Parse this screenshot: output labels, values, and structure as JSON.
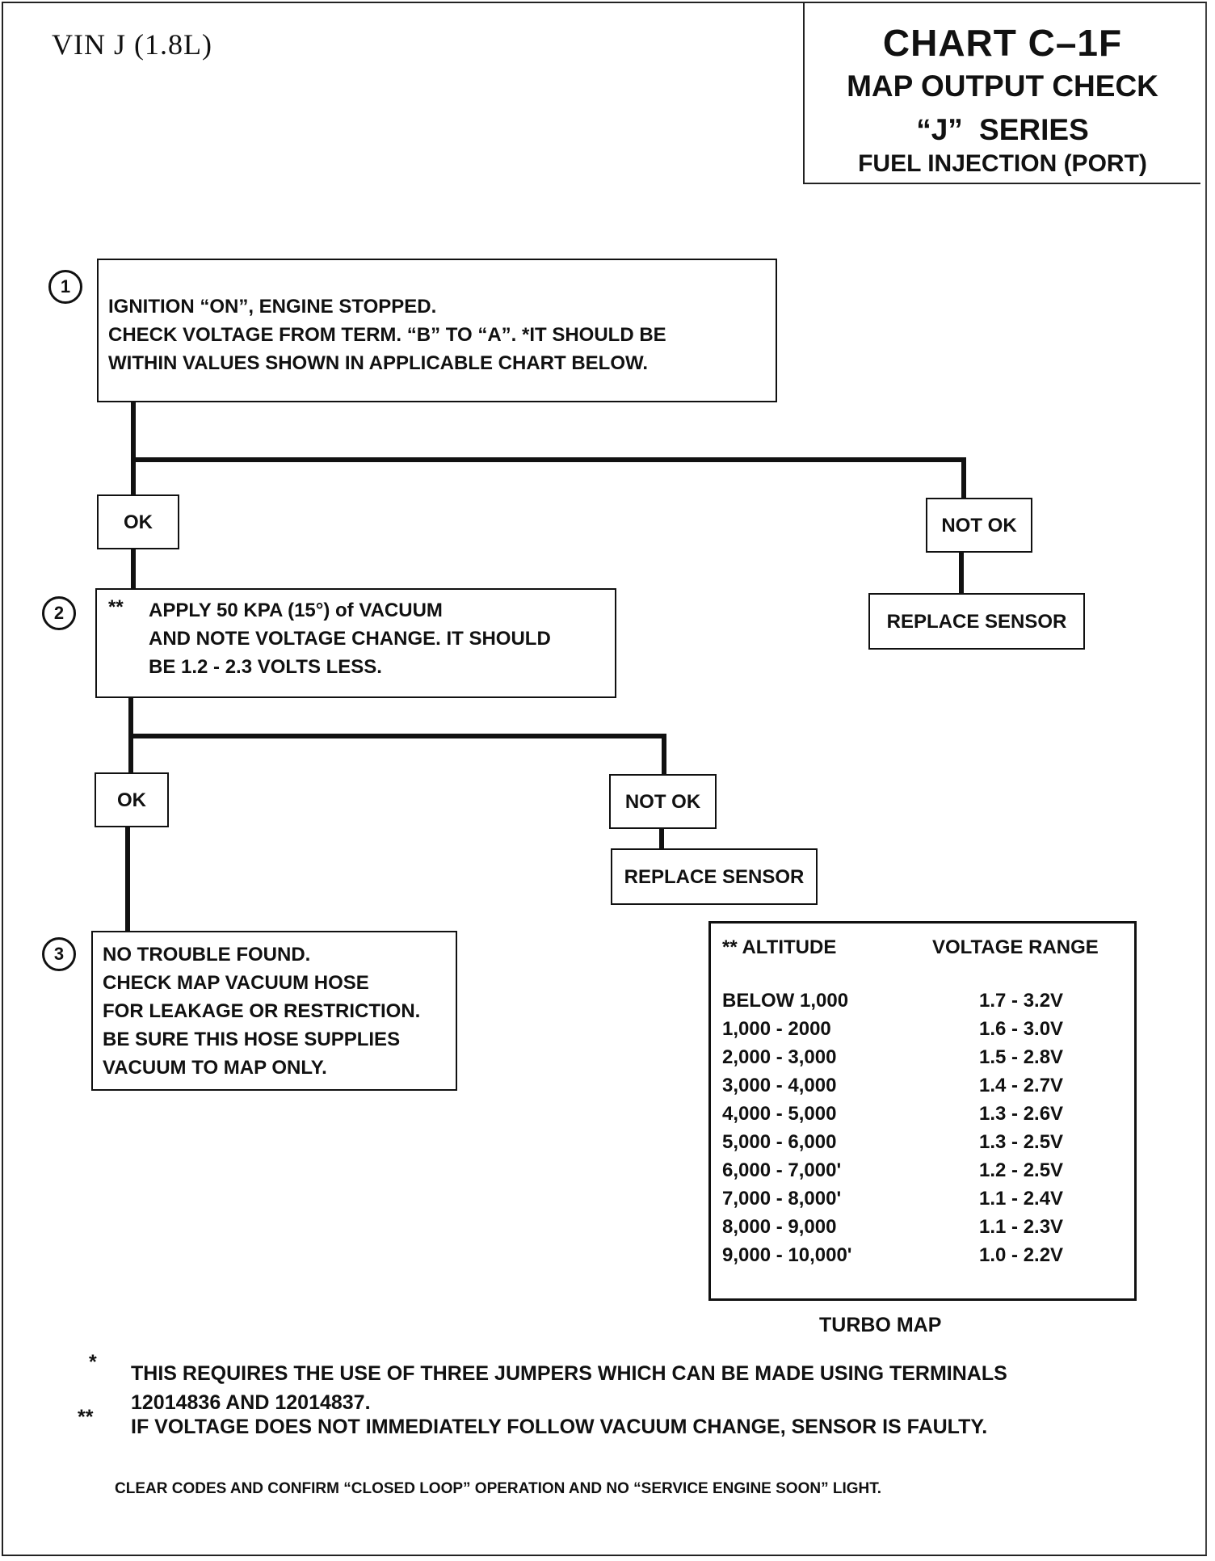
{
  "header": {
    "vin": "VIN  J  (1.8L)",
    "title": "CHART C–1F",
    "subtitle": "MAP OUTPUT CHECK",
    "series": "“J”  SERIES",
    "system": "FUEL INJECTION  (PORT)"
  },
  "steps": {
    "step1": {
      "number": "1",
      "text": "IGNITION “ON”, ENGINE STOPPED.\nCHECK VOLTAGE FROM TERM. “B” TO “A”. *IT SHOULD BE\nWITHIN VALUES SHOWN IN APPLICABLE CHART BELOW."
    },
    "step1_ok": "OK",
    "step1_not_ok": "NOT OK",
    "step1_replace": "REPLACE SENSOR",
    "step2": {
      "number": "2",
      "marker": "**",
      "text": "APPLY 50 KPA (15°) of VACUUM\nAND NOTE VOLTAGE CHANGE.  IT SHOULD\nBE 1.2  -  2.3 VOLTS LESS."
    },
    "step2_ok": "OK",
    "step2_not_ok": "NOT OK",
    "step2_replace": "REPLACE SENSOR",
    "step3": {
      "number": "3",
      "text": "NO TROUBLE FOUND.\nCHECK MAP VACUUM HOSE\nFOR LEAKAGE OR RESTRICTION.\nBE SURE THIS HOSE SUPPLIES\nVACUUM TO MAP ONLY."
    }
  },
  "altitude_table": {
    "col_altitude": "** ALTITUDE",
    "col_voltage": "VOLTAGE RANGE",
    "rows": [
      {
        "altitude": "BELOW 1,000",
        "voltage": "1.7 - 3.2V"
      },
      {
        "altitude": "1,000 - 2000",
        "voltage": "1.6 - 3.0V"
      },
      {
        "altitude": "2,000 - 3,000",
        "voltage": "1.5 - 2.8V"
      },
      {
        "altitude": "3,000 - 4,000",
        "voltage": "1.4 - 2.7V"
      },
      {
        "altitude": "4,000 - 5,000",
        "voltage": "1.3 - 2.6V"
      },
      {
        "altitude": "5,000 - 6,000",
        "voltage": "1.3 - 2.5V"
      },
      {
        "altitude": "6,000 - 7,000'",
        "voltage": "1.2 - 2.5V"
      },
      {
        "altitude": "7,000 - 8,000'",
        "voltage": "1.1 - 2.4V"
      },
      {
        "altitude": "8,000 - 9,000",
        "voltage": "1.1 - 2.3V"
      },
      {
        "altitude": "9,000 - 10,000'",
        "voltage": "1.0 - 2.2V"
      }
    ],
    "caption": "TURBO MAP"
  },
  "notes": {
    "note1_marker": "*",
    "note1": "THIS REQUIRES THE USE OF THREE JUMPERS WHICH CAN BE MADE USING TERMINALS\n12014836 AND 12014837.",
    "note2_marker": "**",
    "note2": "IF VOLTAGE DOES NOT IMMEDIATELY FOLLOW VACUUM CHANGE, SENSOR IS FAULTY.",
    "footer": "CLEAR CODES AND CONFIRM “CLOSED LOOP” OPERATION AND NO “SERVICE ENGINE SOON” LIGHT."
  }
}
